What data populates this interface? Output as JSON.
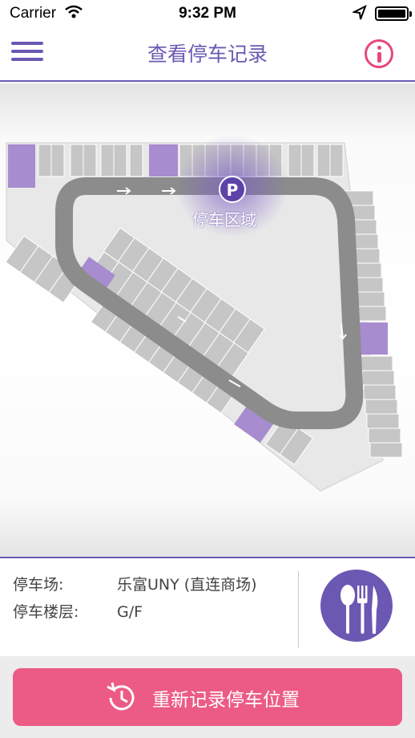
{
  "status_bar": {
    "carrier": "Carrier",
    "time": "9:32 PM",
    "battery_level": 0.9
  },
  "nav": {
    "title": "查看停车记录",
    "menu_icon": "hamburger-menu-icon",
    "info_icon": "info-icon"
  },
  "map": {
    "area_label": "停车区域",
    "marker": "P"
  },
  "details": {
    "lot_label": "停车场:",
    "lot_value": "乐富UNY (直连商场)",
    "floor_label": "停车楼层:",
    "floor_value": "G/F"
  },
  "actions": {
    "dining_icon": "utensils-icon",
    "relog_label": "重新记录停车位置",
    "relog_icon": "clock-refresh-icon"
  },
  "colors": {
    "accent": "#6b58b3",
    "pink": "#ec5b85"
  }
}
